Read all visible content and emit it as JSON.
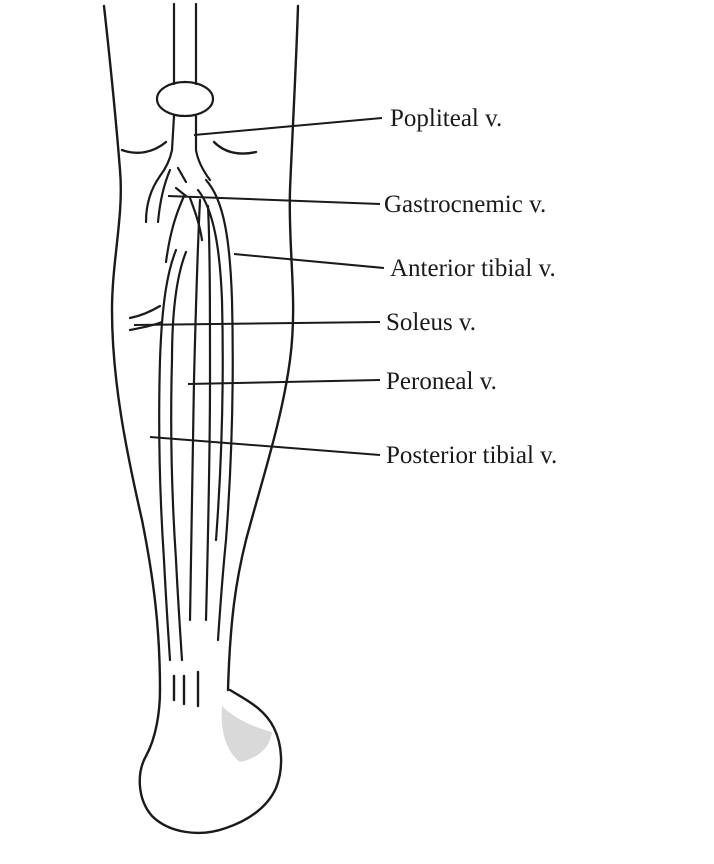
{
  "labels": {
    "popliteal": "Popliteal v.",
    "gastrocnemic": "Gastrocnemic v.",
    "anterior_tibial": "Anterior tibial v.",
    "soleus": "Soleus v.",
    "peroneal": "Peroneal v.",
    "posterior_tibial": "Posterior tibial v."
  },
  "colors": {
    "ink": "#1a1a1a",
    "background": "#ffffff"
  }
}
